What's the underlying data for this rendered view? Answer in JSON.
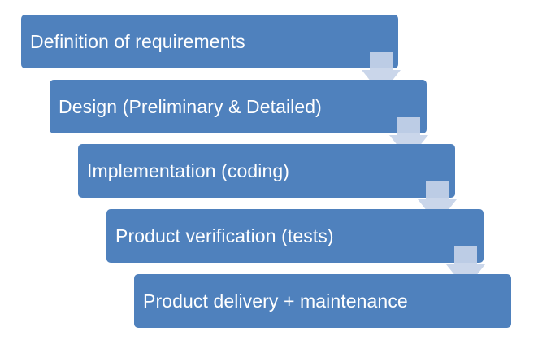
{
  "diagram": {
    "steps": [
      {
        "label": "Definition of requirements"
      },
      {
        "label": "Design (Preliminary & Detailed)"
      },
      {
        "label": "Implementation (coding)"
      },
      {
        "label": "Product verification (tests)"
      },
      {
        "label": "Product delivery + maintenance"
      }
    ],
    "colors": {
      "box": "#4f81bd",
      "text": "#ffffff",
      "arrow": "#c5d3e8"
    }
  }
}
